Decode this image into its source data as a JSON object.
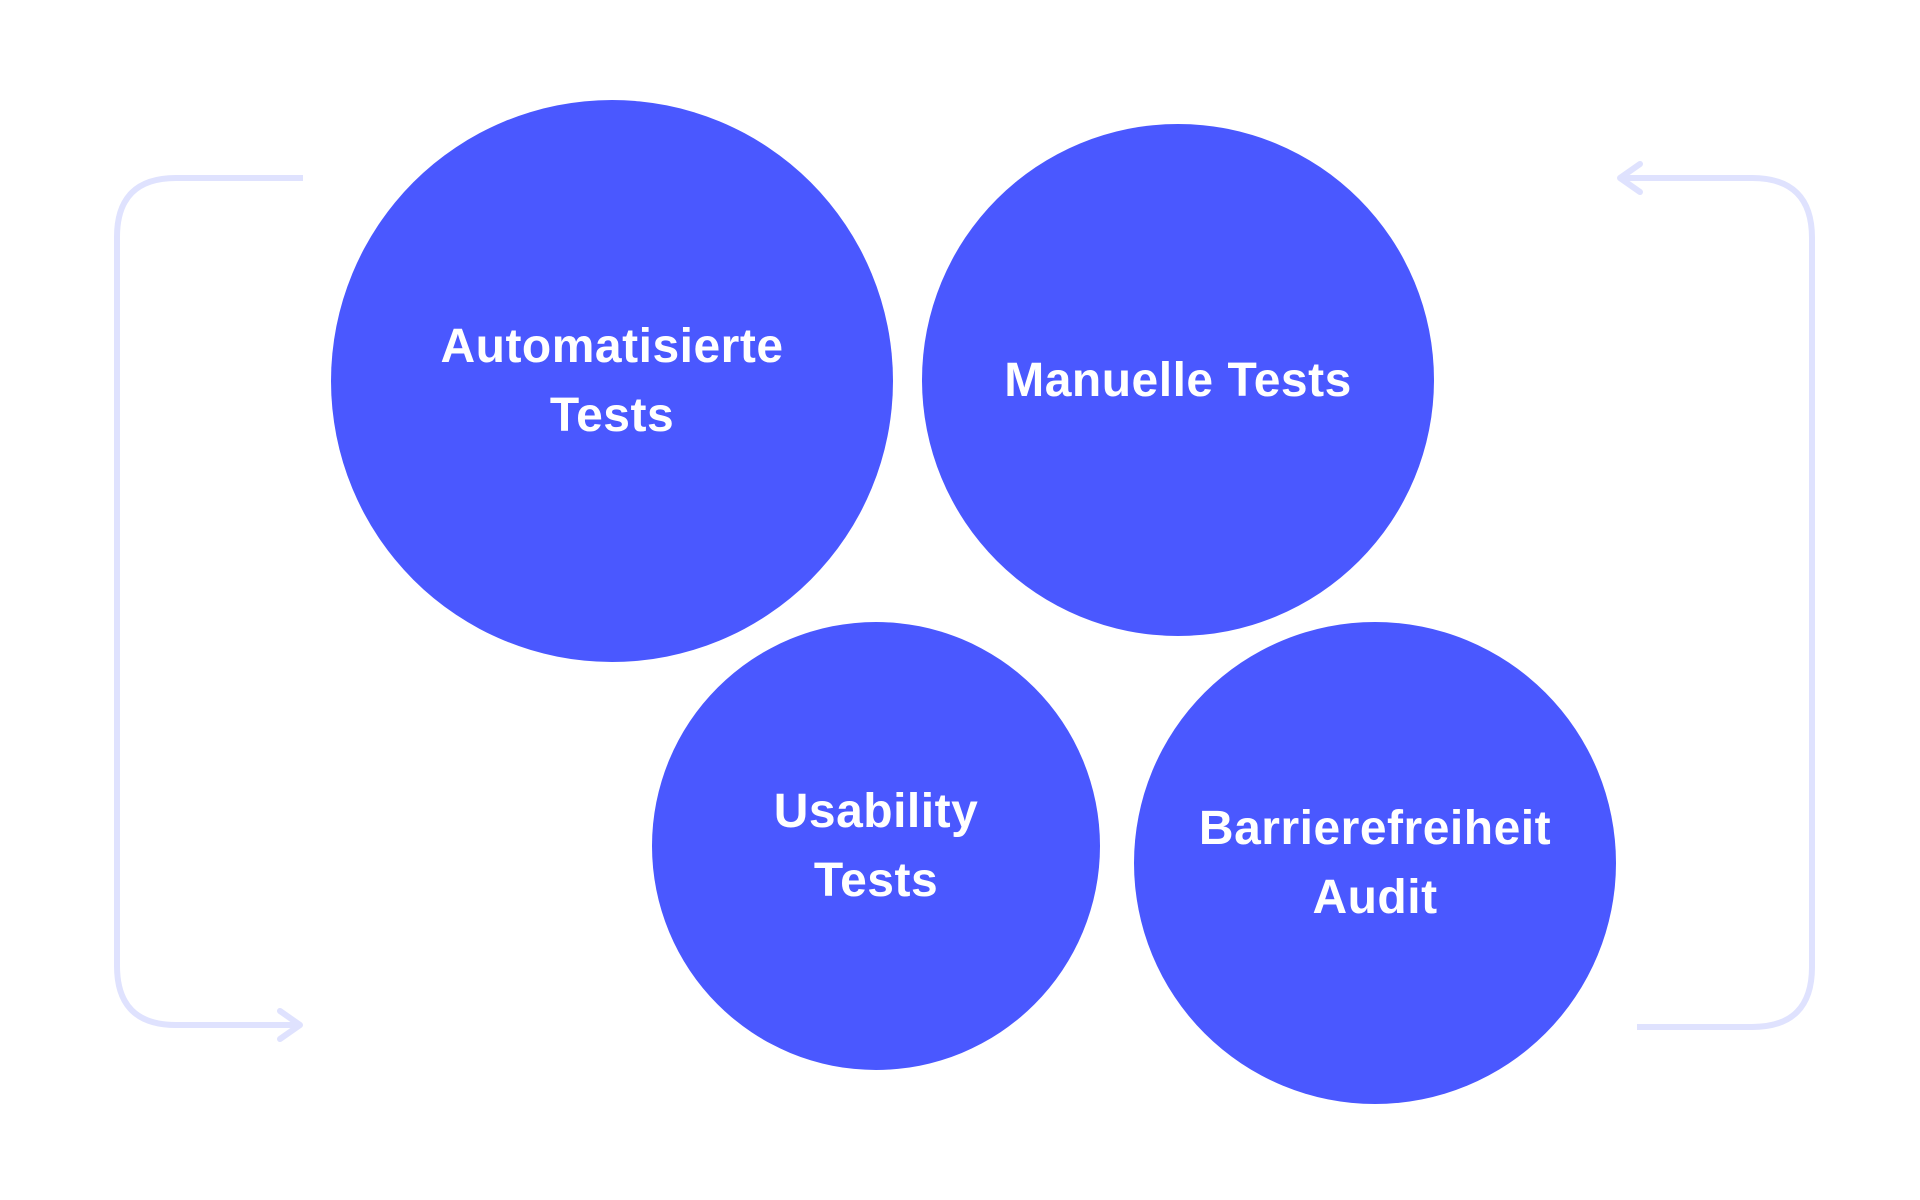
{
  "colors": {
    "node_fill": "#4a58ff",
    "node_text": "#ffffff",
    "connector": "#dfe2fe",
    "background": "#ffffff"
  },
  "nodes": [
    {
      "label": "Automatisierte Tests"
    },
    {
      "label": "Manuelle Tests"
    },
    {
      "label": "Usability Tests"
    },
    {
      "label": "Barrierefreiheit Audit"
    }
  ],
  "connectors": [
    {
      "side": "left",
      "arrow": "chevron-right-icon"
    },
    {
      "side": "right",
      "arrow": "chevron-left-icon"
    }
  ]
}
